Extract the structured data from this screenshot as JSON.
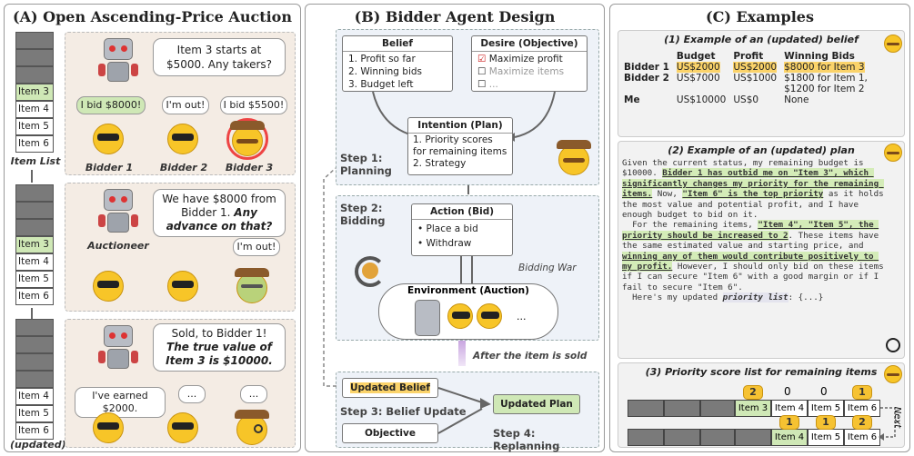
{
  "panelA": {
    "title": "(A) Open Ascending-Price Auction",
    "item_list_label": "Item List",
    "updated_label": "(updated)",
    "stack1_items": [
      "Item 3",
      "Item 4",
      "Item 5",
      "Item 6"
    ],
    "stack2_items": [
      "Item 3",
      "Item 4",
      "Item 5",
      "Item 6"
    ],
    "stack3_items": [
      "Item 4",
      "Item 5",
      "Item 6"
    ],
    "s1_auctioneer": "Item 3 starts at $5000. Any takers?",
    "s1_b1": "I bid $8000!",
    "s1_b2": "I'm out!",
    "s1_b3": "I bid $5500!",
    "bidder1": "Bidder 1",
    "bidder2": "Bidder 2",
    "bidder3": "Bidder 3",
    "s2_auctioneer_a": "We have $8000 from Bidder 1.",
    "s2_auctioneer_b": "Any advance on that?",
    "auctioneer_label": "Auctioneer",
    "s2_b3": "I'm out!",
    "s3_auctioneer_a": "Sold, to Bidder 1!",
    "s3_auctioneer_b": "The true value of Item 3 is $10000.",
    "s3_b1": "I've earned $2000.",
    "s3_b2": "...",
    "s3_b3": "..."
  },
  "panelB": {
    "title": "(B) Bidder Agent Design",
    "belief_title": "Belief",
    "belief_items": [
      "1. Profit so far",
      "2. Winning bids",
      "3. Budget left"
    ],
    "desire_title": "Desire (Objective)",
    "desire_items": [
      "Maximize profit",
      "Maximize items",
      "..."
    ],
    "intention_title": "Intention (Plan)",
    "intention_items": [
      "1. Priority scores for remaining items",
      "2. Strategy"
    ],
    "step1": "Step 1: Planning",
    "step2": "Step 2: Bidding",
    "action_title": "Action (Bid)",
    "action_items": [
      "Place a bid",
      "Withdraw"
    ],
    "bidding_war": "Bidding War",
    "env_title": "Environment (Auction)",
    "env_dots": "...",
    "after_sold": "After the item is sold",
    "updated_belief": "Updated Belief",
    "updated_plan": "Updated Plan",
    "objective": "Objective",
    "step3": "Step 3: Belief Update",
    "step4": "Step 4: Replanning"
  },
  "panelC": {
    "title": "(C) Examples",
    "ex1_title": "(1) Example of an (updated) belief",
    "ex1_headers": [
      "",
      "Budget",
      "Profit",
      "Winning Bids"
    ],
    "ex1_rows": [
      [
        "Bidder 1",
        "US$2000",
        "US$2000",
        "$8000 for Item 3"
      ],
      [
        "Bidder 2",
        "US$7000",
        "US$1000",
        "$1800 for Item 1, $1200 for Item 2"
      ],
      [
        "Me",
        "US$10000",
        "US$0",
        "None"
      ]
    ],
    "ex2_title": "(2) Example of an (updated) plan",
    "ex2_t1": "Given the current status, my remaining budget is $10000. ",
    "ex2_h1": "Bidder 1 has outbid me on \"Item 3\", which significantly changes my priority for the remaining items.",
    "ex2_t2": " Now, ",
    "ex2_h2": "\"Item 6\" is the top priority",
    "ex2_t3": " as it holds the most value and potential profit, and I have enough budget to bid on it.\n  For the remaining items, ",
    "ex2_h3": "\"Item 4\", \"Item 5\", the priority should be increased to 2",
    "ex2_t4": ". These items have the same estimated value and starting price, and ",
    "ex2_h4": "winning any of them would contribute positively to my profit.",
    "ex2_t5": " However, I should only bid on these items if I can secure \"Item 6\" with a good margin or if I fail to secure \"Item 6\".\n  Here's my updated ",
    "ex2_h5": "priority list",
    "ex2_t6": ": {...}",
    "ex3_title": "(3) Priority score list for remaining items",
    "row1_items": [
      "Item 3",
      "Item 4",
      "Item 5",
      "Item 6"
    ],
    "row1_scores": [
      "2",
      "0",
      "0",
      "1"
    ],
    "row2_items": [
      "Item 4",
      "Item 5",
      "Item 6"
    ],
    "row2_scores": [
      "1",
      "1",
      "2"
    ],
    "next_label": "Next"
  },
  "colors": {
    "green": "#cfe8b6",
    "gold": "#fbd36a",
    "section_a": "#f4ece4",
    "section_b": "#eef2f8"
  }
}
